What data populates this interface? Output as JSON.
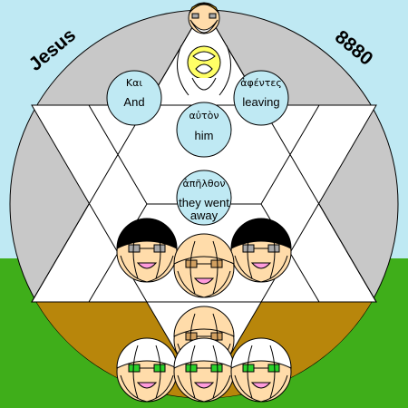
{
  "corner_labels": {
    "left": "Jesus",
    "right": "8880"
  },
  "words": [
    {
      "greek": "Και",
      "english": "And"
    },
    {
      "greek": "ἀφέντες",
      "english": "leaving"
    },
    {
      "greek": "αὐτὸν",
      "english": "him"
    },
    {
      "greek": "ἀπῆλθον",
      "english": "they went away"
    }
  ],
  "colors": {
    "sky": "#bfe9f3",
    "grass": "#3fae1a",
    "earth": "#b8860b",
    "circle_band": "#c8c8c8",
    "word_bubble": "#bfe9f3",
    "halo": "#ffff66",
    "face": "#ffdcaa",
    "hair_dark": "#000000",
    "hair_light": "#ffffff",
    "eye_gray": "#a9a9a9",
    "eye_tan": "#d2a060",
    "eye_green": "#2bd12b",
    "mouth": "#ff9bdc"
  }
}
